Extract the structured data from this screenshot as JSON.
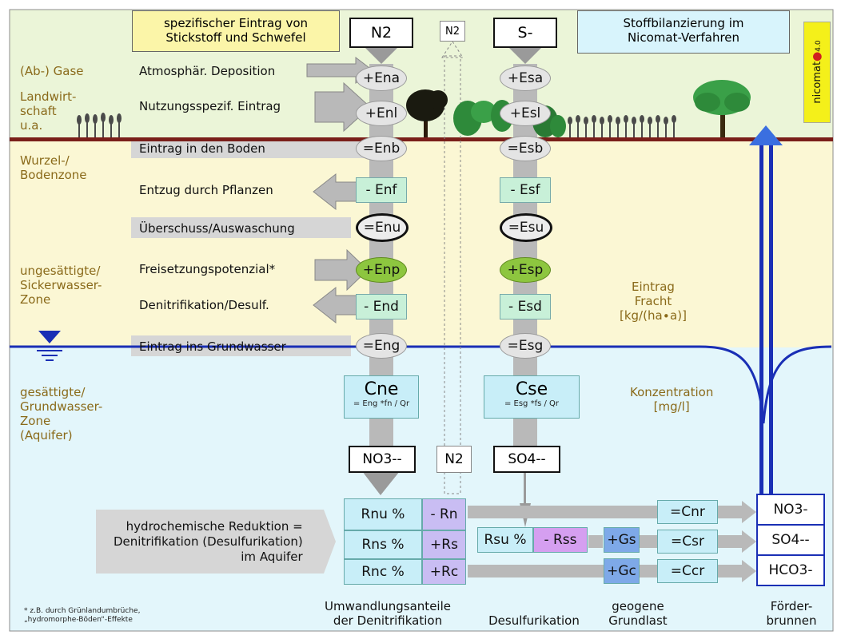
{
  "title_box": "spezifischer Eintrag von\nStickstoff und Schwefel",
  "stoff_box": "Stoffbilanzierung im\nNicomat-Verfahren",
  "logo": {
    "text": "nicomat",
    "version": "4.0"
  },
  "top_species": {
    "n2": "N2",
    "n2_small": "N2",
    "s": "S-"
  },
  "zones": {
    "gase": "(Ab-) Gase",
    "landwirtschaft": "Landwirt-\nschaft\nu.a.",
    "wurzel": "Wurzel-/\nBodenzone",
    "unges": "ungesättigte/\nSickerwasser-\nZone",
    "ges": "gesättigte/\nGrundwasser-\nZone\n(Aquifer)"
  },
  "process_labels": {
    "deposition": "Atmosphär. Deposition",
    "nutzung": "Nutzungsspezif. Eintrag",
    "boden": "Eintrag in den Boden",
    "entzug": "Entzug durch Pflanzen",
    "ueberschuss": "Überschuss/Auswaschung",
    "freisetzung": "Freisetzungspotenzial*",
    "denitrifikation": "Denitrifikation/Desulf.",
    "grundwasser": "Eintrag ins Grundwasser"
  },
  "n_column": [
    "+Ena",
    "+Enl",
    "=Enb",
    "- Enf",
    "=Enu",
    "+Enp",
    "- End",
    "=Eng"
  ],
  "s_column": [
    "+Esa",
    "+Esl",
    "=Esb",
    "- Esf",
    "=Esu",
    "+Esp",
    "- Esd",
    "=Esg"
  ],
  "eintrag_label": "Eintrag\nFracht\n[kg/(ha∙a)]",
  "konz_label": "Konzentration\n[mg/l]",
  "c_boxes": {
    "n": {
      "main": "Cne",
      "formula": "= Eng *fn / Qr"
    },
    "s": {
      "main": "Cse",
      "formula": "= Esg *fs / Qr"
    }
  },
  "species_mid": {
    "no3": "NO3--",
    "n2": "N2",
    "so4": "SO4--"
  },
  "reduction_label": "hydrochemische Reduktion =\nDenitrifikation (Desulfurikation)\nim Aquifer",
  "reduction_table": {
    "r_cells": [
      "Rnu %",
      "Rns %",
      "Rnc %"
    ],
    "ops": [
      "- Rn",
      "+Rs",
      "+Rc"
    ],
    "rsu": "Rsu %",
    "rss": "- Rss",
    "g": [
      "+Gs",
      "+Gc"
    ],
    "c_results": [
      "=Cnr",
      "=Csr",
      "=Ccr"
    ],
    "well_species": [
      "NO3-",
      "SO4--",
      "HCO3-"
    ]
  },
  "footnote": "* z.B. durch Grünlandumbrüche,\n„hydromorphe-Böden“-Effekte",
  "bottom_labels": {
    "umwandlung": "Umwandlungsanteile\nder Denitrifikation",
    "desulf": "Desulfurikation",
    "geogen": "geogene\nGrundlast",
    "brunnen": "Förder-\nbrunnen"
  },
  "colors": {
    "soil": "#7a1f1a",
    "water": "#1a2fb5",
    "green_zone": "#ebf5d8",
    "yellow_zone": "#fbf7d4",
    "aquifer": "#e3f6fb"
  }
}
